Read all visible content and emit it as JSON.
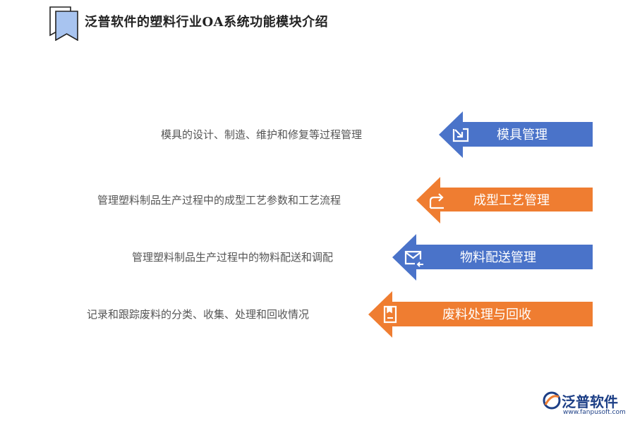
{
  "header": {
    "title": "泛普软件的塑料行业OA系统功能模块介绍",
    "icon": "bookmark-pages-icon"
  },
  "colors": {
    "blue": "#4a73c9",
    "orange": "#ef7d31",
    "text": "#555555"
  },
  "modules": [
    {
      "label": "模具管理",
      "description": "模具的设计、制造、维护和修复等过程管理",
      "color": "blue",
      "icon": "enter-arrow-icon"
    },
    {
      "label": "成型工艺管理",
      "description": "管理塑料制品生产过程中的成型工艺参数和工艺流程",
      "color": "orange",
      "icon": "share-arrow-icon"
    },
    {
      "label": "物料配送管理",
      "description": "管理塑料制品生产过程中的物料配送和调配",
      "color": "blue",
      "icon": "mail-return-icon"
    },
    {
      "label": "废料处理与回收",
      "description": "记录和跟踪废料的分类、收集、处理和回收情况",
      "color": "orange",
      "icon": "document-icon"
    }
  ],
  "watermark": {
    "name": "泛普软件",
    "url": "www.fanpusoft.com"
  }
}
